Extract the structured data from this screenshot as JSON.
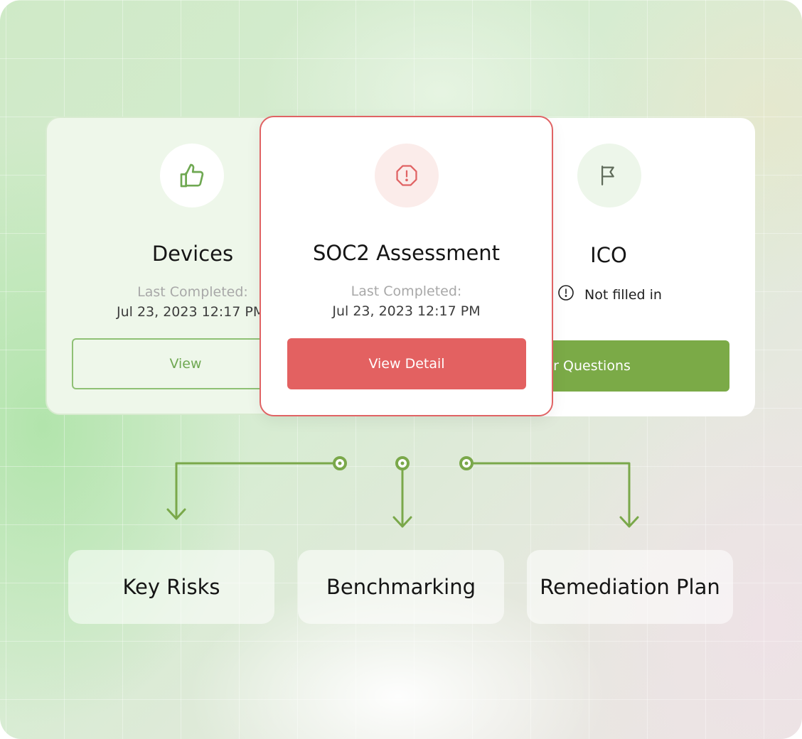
{
  "cards": {
    "devices": {
      "title": "Devices",
      "meta_label": "Last Completed:",
      "meta_value": "Jul 23, 2023 12:17 PM",
      "button_label": "View",
      "icon": "thumbs-up-icon"
    },
    "soc2": {
      "title": "SOC2 Assessment",
      "meta_label": "Last Completed:",
      "meta_value": "Jul 23, 2023 12:17 PM",
      "button_label": "View Detail",
      "icon": "warning-octagon-icon"
    },
    "ico": {
      "title": "ICO",
      "status_text": "Not filled in",
      "button_label": "Answer Questions",
      "icon": "flag-icon",
      "status_icon": "info-circle-icon"
    }
  },
  "outputs": {
    "items": [
      "Key Risks",
      "Benchmarking",
      "Remediation Plan"
    ]
  },
  "colors": {
    "accent_green": "#7baa47",
    "accent_red": "#e36161",
    "connector": "#7aa84a"
  }
}
